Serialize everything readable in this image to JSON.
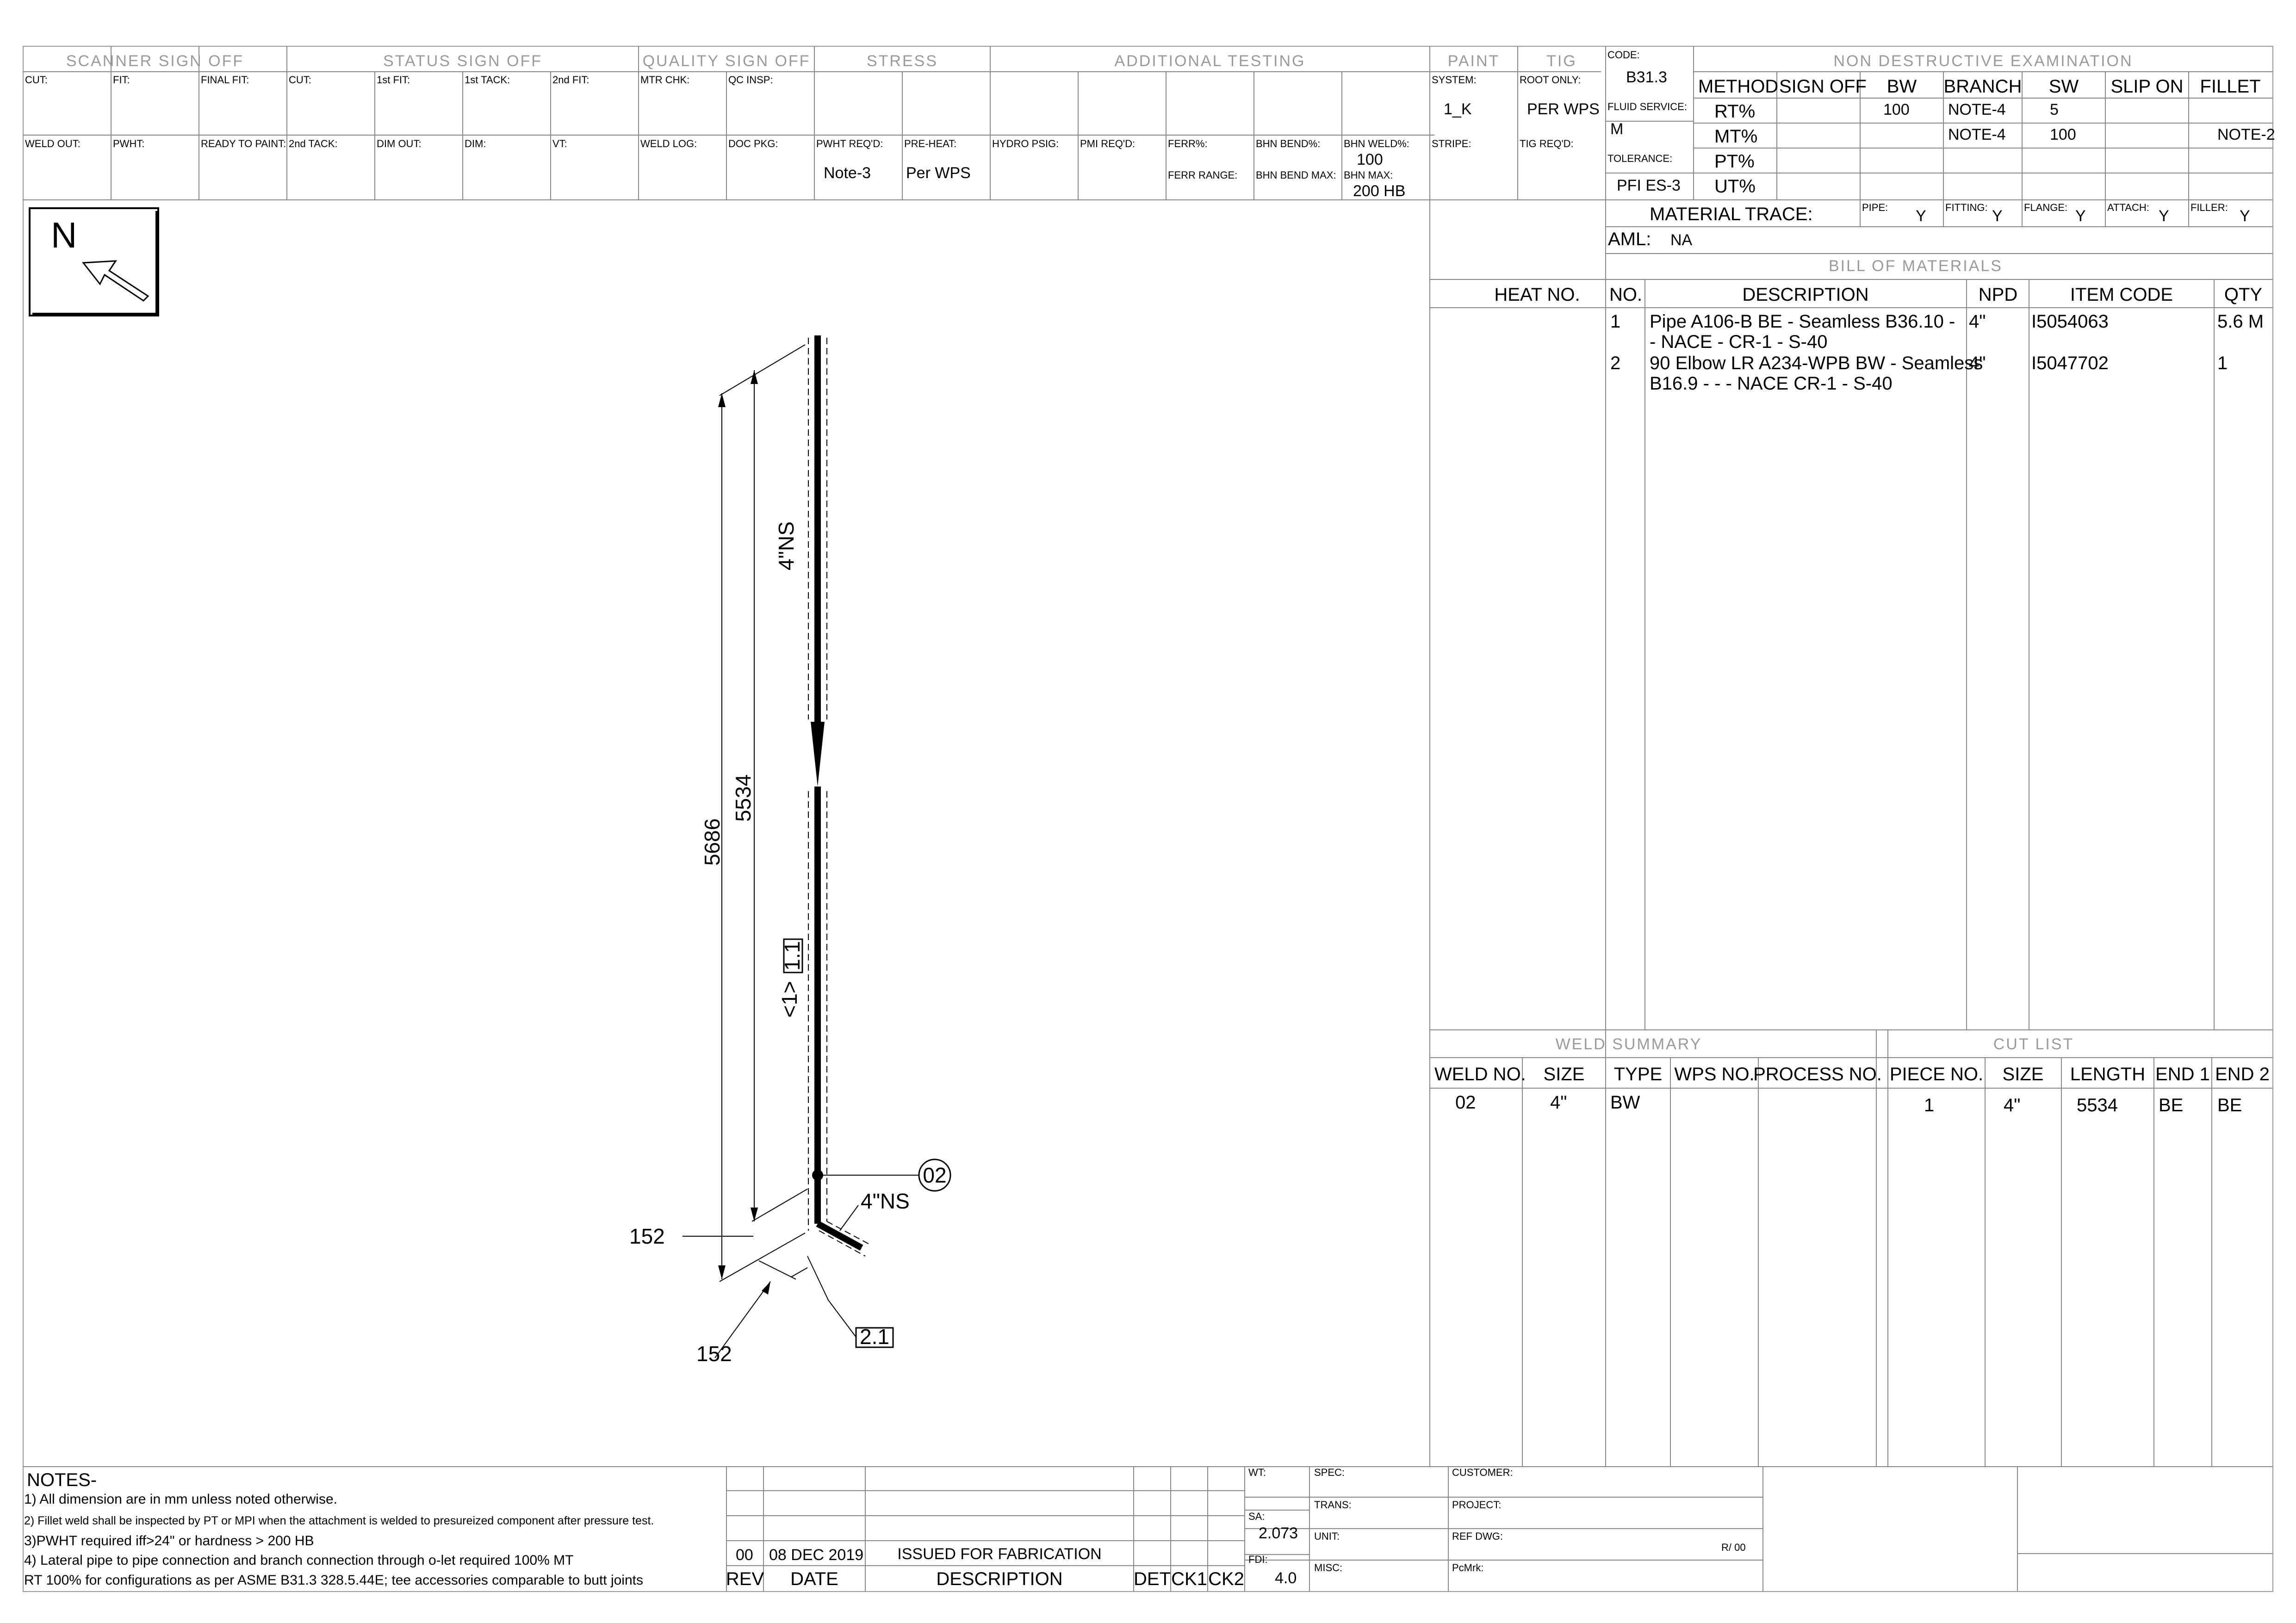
{
  "header": {
    "groups": [
      "SCANNER SIGN OFF",
      "STATUS SIGN OFF",
      "QUALITY SIGN OFF",
      "STRESS",
      "ADDITIONAL TESTING",
      "PAINT",
      "TIG"
    ],
    "row1": [
      "CUT:",
      "FIT:",
      "FINAL FIT:",
      "CUT:",
      "1st FIT:",
      "1st TACK:",
      "2nd FIT:",
      "MTR CHK:",
      "QC INSP:"
    ],
    "row2": [
      "WELD OUT:",
      "PWHT:",
      "READY TO PAINT:",
      "2nd TACK:",
      "DIM OUT:",
      "DIM:",
      "VT:",
      "WELD LOG:",
      "DOC PKG:",
      "PWHT REQ'D:",
      "PRE-HEAT:",
      "HYDRO PSIG:",
      "PMI REQ'D:",
      "FERR%:",
      "BHN BEND%:",
      "BHN WELD%:"
    ],
    "pwht_value": "Note-3",
    "preheat_value": "Per WPS",
    "ferr_range_label": "FERR RANGE:",
    "bhn_bend_max_label": "BHN BEND MAX:",
    "bhn_weld_value": "100",
    "bhn_max_label": "BHN MAX:",
    "bhn_max_value": "200 HB",
    "system_label": "SYSTEM:",
    "system_value": "1_K",
    "root_only_label": "ROOT ONLY:",
    "root_only_value": "PER WPS",
    "stripe_label": "STRIPE:",
    "tig_reqd_label": "TIG REQ'D:",
    "code_label": "CODE:",
    "code_value": "B31.3",
    "fluid_label": "FLUID SERVICE:",
    "fluid_value": "M",
    "tolerance_label": "TOLERANCE:",
    "tolerance_value": "PFI ES-3"
  },
  "nde": {
    "title": "NON DESTRUCTIVE EXAMINATION",
    "columns": [
      "METHOD",
      "SIGN OFF",
      "BW",
      "BRANCH",
      "SW",
      "SLIP ON",
      "FILLET"
    ],
    "rows": [
      [
        "RT%",
        "",
        "100",
        "NOTE-4",
        "5",
        "",
        ""
      ],
      [
        "MT%",
        "",
        "",
        "NOTE-4",
        "100",
        "",
        "NOTE-2"
      ],
      [
        "PT%",
        "",
        "",
        "",
        "",
        "",
        ""
      ],
      [
        "UT%",
        "",
        "",
        "",
        "",
        "",
        ""
      ]
    ]
  },
  "material_trace": {
    "label": "MATERIAL TRACE:",
    "items": [
      {
        "label": "PIPE:",
        "value": "Y"
      },
      {
        "label": "FITTING:",
        "value": "Y"
      },
      {
        "label": "FLANGE:",
        "value": "Y"
      },
      {
        "label": "ATTACH:",
        "value": "Y"
      },
      {
        "label": "FILLER:",
        "value": "Y"
      }
    ]
  },
  "aml": {
    "label": "AML:",
    "value": "NA"
  },
  "bom": {
    "title": "BILL OF MATERIALS",
    "heat_header": "HEAT NO.",
    "columns": [
      "NO.",
      "DESCRIPTION",
      "NPD",
      "ITEM CODE",
      "QTY"
    ],
    "rows": [
      {
        "no": "1",
        "desc1": "Pipe A106-B BE - Seamless B36.10 -",
        "desc2": "- NACE - CR-1 -  S-40",
        "npd": "4\"",
        "code": "I5054063",
        "qty": "5.6 M"
      },
      {
        "no": "2",
        "desc1": "90 Elbow LR A234-WPB BW - Seamless",
        "desc2": "B16.9 - - - NACE CR-1 -  S-40",
        "npd": "4\"",
        "code": "I5047702",
        "qty": "1"
      }
    ]
  },
  "weld_summary": {
    "title": "WELD SUMMARY",
    "columns": [
      "WELD NO.",
      "SIZE",
      "TYPE",
      "WPS NO.",
      "PROCESS NO."
    ],
    "rows": [
      [
        "02",
        "4\"",
        "BW",
        "",
        ""
      ]
    ]
  },
  "cut_list": {
    "title": "CUT LIST",
    "columns": [
      "PIECE NO.",
      "SIZE",
      "LENGTH",
      "END 1",
      "END 2"
    ],
    "rows": [
      [
        "1",
        "4\"",
        "5534",
        "BE",
        "BE"
      ]
    ]
  },
  "drawing": {
    "north": "N",
    "pipe_label_top": "4\"NS",
    "pipe_label_bottom": "4\"NS",
    "dim_total": "5686",
    "dim_pipe": "5534",
    "dim_elbow_1": "152",
    "dim_elbow_2": "152",
    "piece_marker": "<1>",
    "tag_1": "1.1",
    "tag_2": "2.1",
    "weld_bubble": "02"
  },
  "notes": {
    "title": "NOTES-",
    "lines": [
      "1) All dimension are in mm unless noted otherwise.",
      "2) Fillet weld shall be inspected by PT or MPI when the attachment is welded to presureized component after pressure test.",
      "3)PWHT required iff>24\" or hardness > 200 HB",
      "4) Lateral pipe to pipe connection and branch connection through o-let required 100% MT",
      "RT 100% for configurations as per ASME B31.3 328.5.44E; tee accessories comparable to butt joints"
    ]
  },
  "revision": {
    "rev": "00",
    "date": "08 DEC 2019",
    "description": "ISSUED FOR FABRICATION",
    "headers": [
      "REV",
      "DATE",
      "DESCRIPTION",
      "DET",
      "CK1",
      "CK2"
    ]
  },
  "title_block": {
    "wt_label": "WT:",
    "sa_label": "SA:",
    "sa_value": "2.073",
    "fdi_label": "FDI:",
    "fdi_value": "4.0",
    "spec_label": "SPEC:",
    "trans_label": "TRANS:",
    "unit_label": "UNIT:",
    "misc_label": "MISC:",
    "customer_label": "CUSTOMER:",
    "project_label": "PROJECT:",
    "ref_dwg_label": "REF DWG:",
    "ref_dwg_value": "R/ 00",
    "pcmrk_label": "PcMrk:"
  }
}
